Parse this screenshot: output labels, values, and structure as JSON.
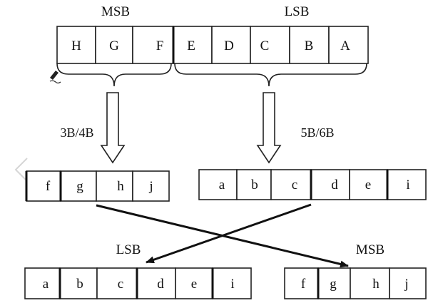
{
  "input_word": {
    "msb_label": "MSB",
    "lsb_label": "LSB",
    "cells": [
      "H",
      "G",
      "F",
      "E",
      "D",
      "C",
      "B",
      "A"
    ]
  },
  "split": {
    "left_label": "3B/4B",
    "right_label": "5B/6B"
  },
  "encoded_4b": [
    "f",
    "g",
    "h",
    "j"
  ],
  "encoded_6b": [
    "a",
    "b",
    "c",
    "d",
    "e",
    "i"
  ],
  "output": {
    "lsb_label": "LSB",
    "msb_label": "MSB",
    "lsb_cells": [
      "a",
      "b",
      "c",
      "d",
      "e",
      "i"
    ],
    "msb_cells": [
      "f",
      "g",
      "h",
      "j"
    ]
  }
}
